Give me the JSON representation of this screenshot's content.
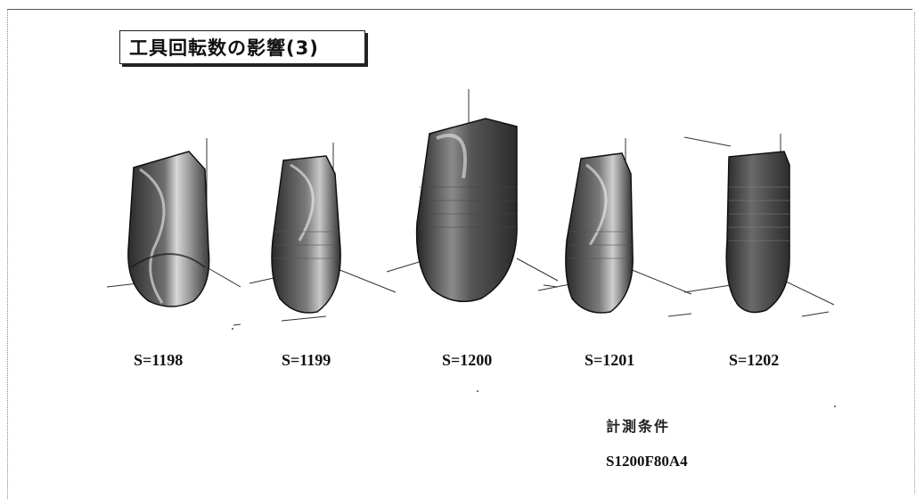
{
  "title": "工具回転数の影響(3)",
  "samples": [
    {
      "label": "S=1198"
    },
    {
      "label": "S=1199"
    },
    {
      "label": "S=1200"
    },
    {
      "label": "S=1201"
    },
    {
      "label": "S=1202"
    }
  ],
  "conditions": {
    "heading": "計測条件",
    "value": "S1200F80A4"
  },
  "colors": {
    "surface_dark": "#2b2b2b",
    "surface_mid": "#6e6e6e",
    "surface_light": "#d8d8d8",
    "axis": "#333333"
  }
}
